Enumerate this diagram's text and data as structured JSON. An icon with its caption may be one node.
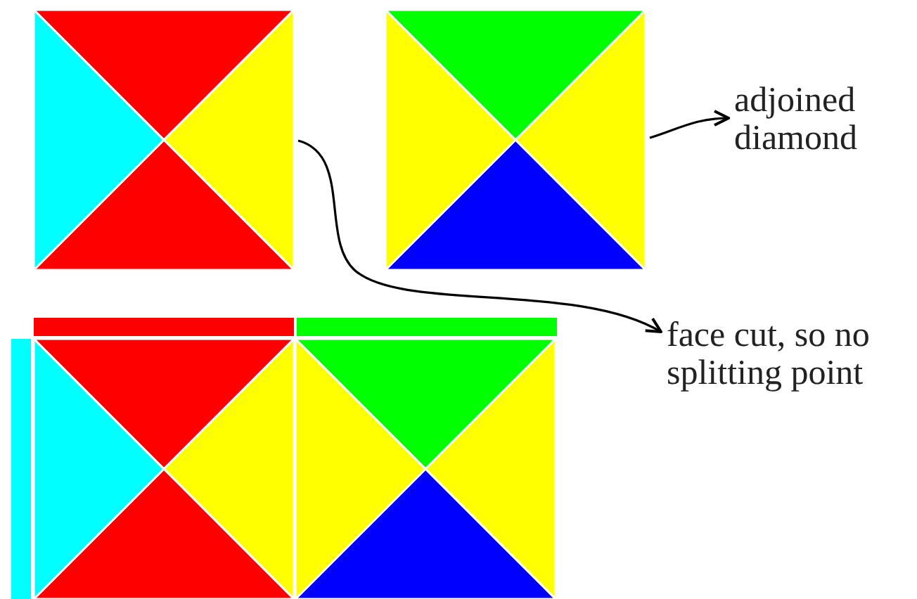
{
  "diagram": {
    "nodes": [
      {
        "text": [],
        "shape": "picture"
      },
      {
        "text": [],
        "shape": "picture"
      },
      {
        "text": [
          "adjoined diamond"
        ]
      },
      {
        "text": [],
        "shape": "picture"
      },
      {
        "text": [
          "face cut, so no splitting point"
        ]
      }
    ],
    "edges": [
      {
        "from": 1,
        "to": 2,
        "arrow": "to"
      },
      {
        "from": 0,
        "to": 4,
        "arrow": "to"
      }
    ]
  }
}
